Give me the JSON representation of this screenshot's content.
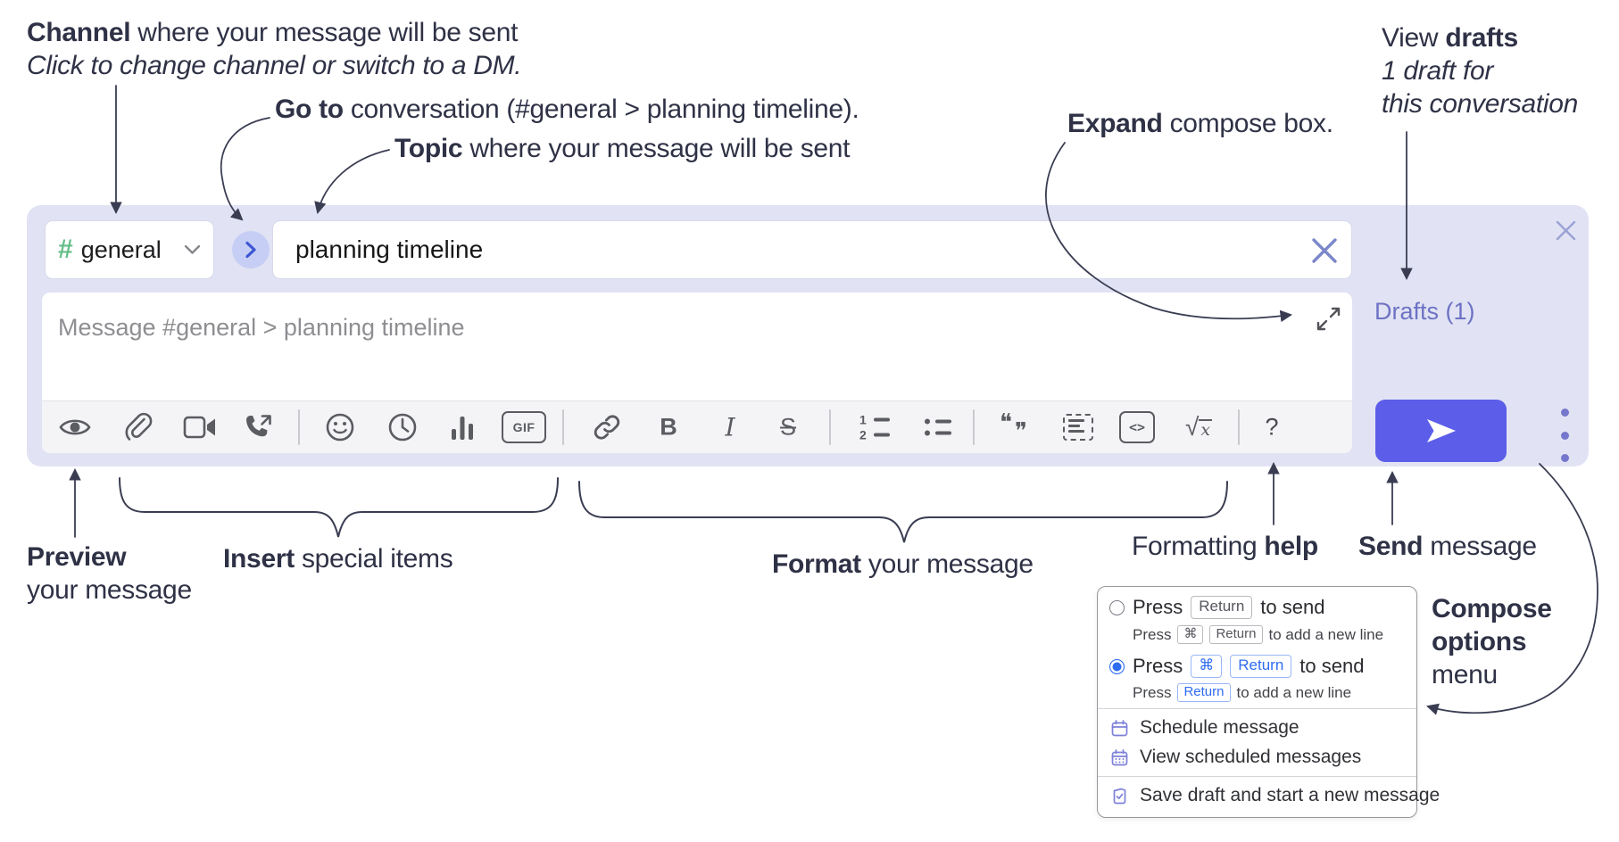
{
  "annotations": {
    "channel": {
      "bold": "Channel",
      "rest": " where your message will be sent",
      "subtitle": "Click to change channel or switch to a DM."
    },
    "go_to": {
      "bold": "Go to",
      "rest": " conversation (#general > planning timeline)."
    },
    "topic": {
      "bold": "Topic",
      "rest": " where your message will be sent"
    },
    "expand": {
      "bold": "Expand",
      "rest": " compose box."
    },
    "view_drafts": {
      "pre": "View ",
      "bold": "drafts",
      "line2": "1 draft for",
      "line3": "this conversation"
    },
    "preview": {
      "bold": "Preview",
      "line2": "your message"
    },
    "insert": {
      "bold": "Insert",
      "rest": " special items"
    },
    "format": {
      "bold": "Format",
      "rest": " your message"
    },
    "formatting_help": {
      "pre": "Formatting ",
      "bold": "help"
    },
    "send": {
      "bold": "Send",
      "rest": " message"
    },
    "compose_options": {
      "line1": "Compose",
      "line2": "options",
      "line3": "menu"
    }
  },
  "compose": {
    "channel": {
      "hash": "#",
      "name": "general"
    },
    "topic": {
      "value": "planning timeline"
    },
    "message": {
      "placeholder": "Message #general > planning timeline"
    },
    "drafts_link": "Drafts (1)",
    "toolbar": {
      "gif_label": "GIF",
      "bold_label": "B",
      "italic_label": "I",
      "strike_label": "S",
      "code_label": "<>",
      "math_root": "√",
      "math_x": "x",
      "help_label": "?",
      "ol_1": "1",
      "ol_2": "2",
      "quote_open": "❝",
      "quote_close": "❞"
    },
    "icons": [
      "preview-eye",
      "attach-file",
      "start-video-call",
      "start-voice-call",
      "add-emoji",
      "add-global-time",
      "add-poll",
      "add-gif",
      "link",
      "bold",
      "italic",
      "strikethrough",
      "numbered-list",
      "bulleted-list",
      "quote",
      "spoiler",
      "code",
      "math",
      "message-formatting"
    ]
  },
  "popup": {
    "option1": {
      "press": "Press",
      "key": "Return",
      "suffix": "to send",
      "sub_press": "Press",
      "sub_key1": "⌘",
      "sub_key2": "Return",
      "sub_suffix": "to add a new line"
    },
    "option2": {
      "press": "Press",
      "key1": "⌘",
      "key2": "Return",
      "suffix": "to send",
      "sub_press": "Press",
      "sub_key": "Return",
      "sub_suffix": "to add a new line"
    },
    "schedule": "Schedule message",
    "view_scheduled": "View scheduled messages",
    "save_draft": "Save draft and start a new message"
  },
  "colors": {
    "accent_send": "#5c5ee9",
    "compose_bg": "#e1e3f4",
    "drafts_link": "#6d72c4",
    "channel_hash_green": "#65bd88",
    "kbd_blue": "#2e6cf0",
    "menu_icon_purple": "#7c80d9",
    "annotation_ink": "#2f3246"
  }
}
